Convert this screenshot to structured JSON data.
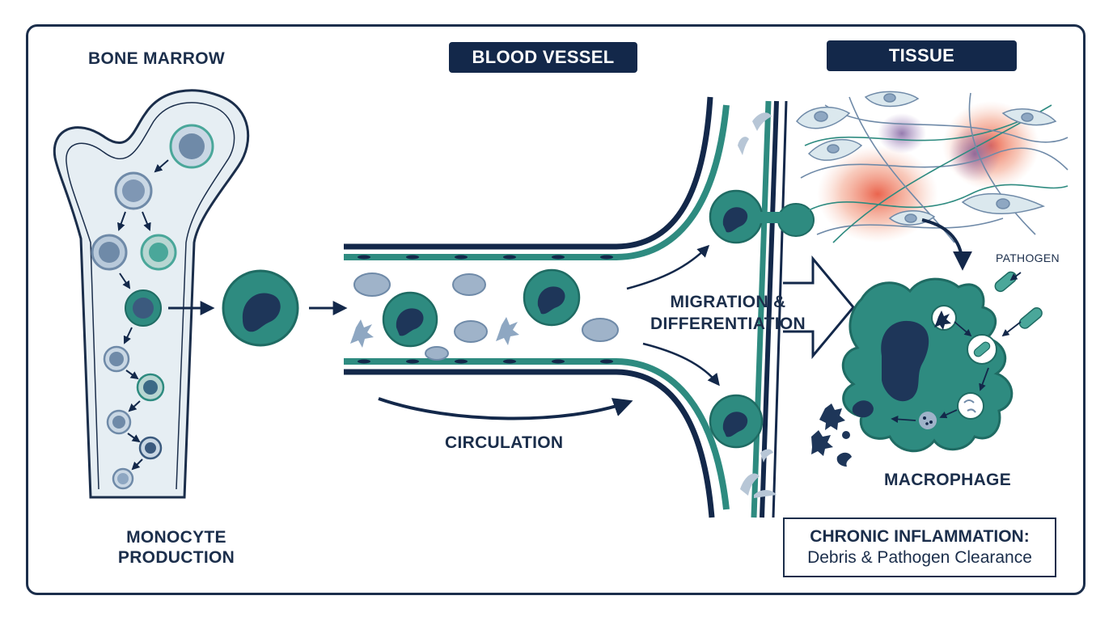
{
  "panels": {
    "bone_marrow": "BONE MARROW",
    "blood_vessel": "BLOOD VESSEL",
    "tissue": "TISSUE"
  },
  "labels": {
    "monocyte_production": [
      "MONOCYTE",
      "PRODUCTION"
    ],
    "circulation": "CIRCULATION",
    "migration": [
      "MIGRATION &",
      "DIFFERENTIATION"
    ],
    "pathogen": "PATHOGEN",
    "macrophage": "MACROPHAGE"
  },
  "callout": {
    "title": "CHRONIC INFLAMMATION:",
    "subtitle": "Debris & Pathogen Clearance"
  },
  "colors": {
    "navy": "#13284a",
    "teal": "#2e8b80",
    "teal_light": "#4aa79a",
    "gray_blue": "#8ea7c2",
    "marrow_fill": "#e6eef3",
    "inflammation": "#e8533a"
  }
}
